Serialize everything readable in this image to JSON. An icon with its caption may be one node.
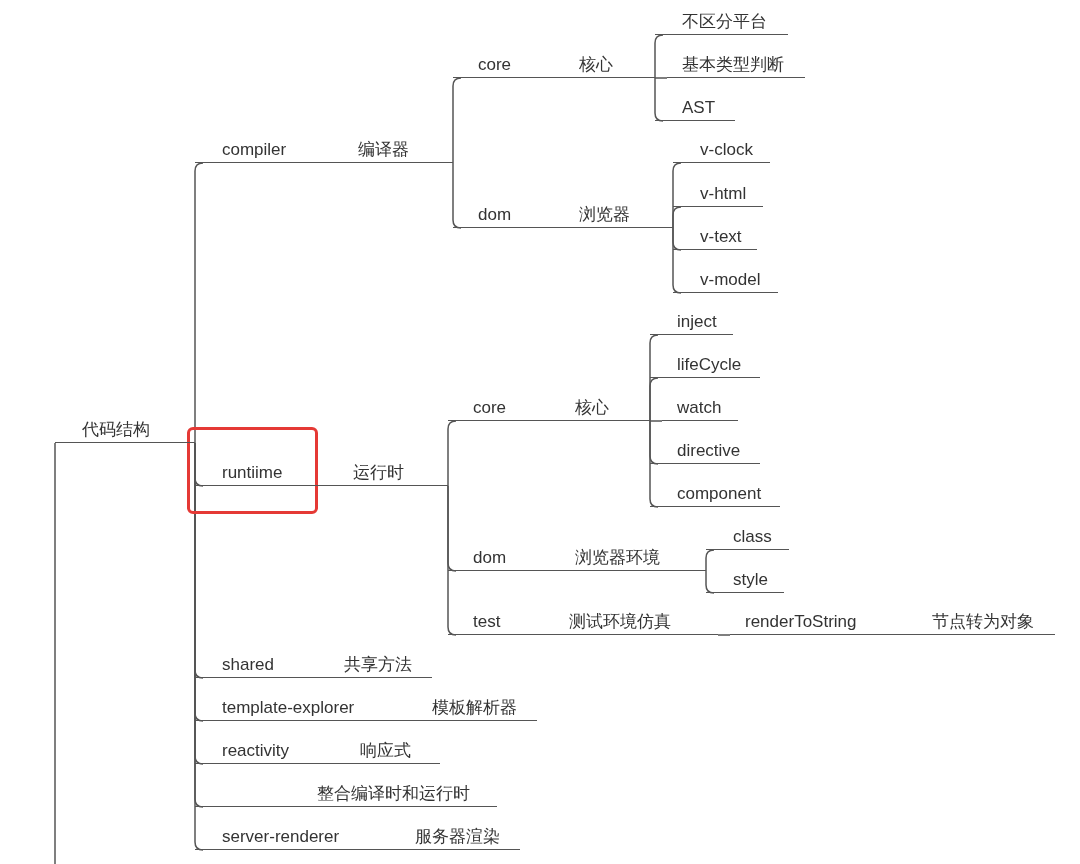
{
  "diagram": {
    "nodes": [
      {
        "text": [
          "代码结构"
        ]
      },
      {
        "text": [
          "compiler",
          "编译器"
        ]
      },
      {
        "text": [
          "core",
          "核心"
        ]
      },
      {
        "text": [
          "不区分平台"
        ]
      },
      {
        "text": [
          "基本类型判断"
        ]
      },
      {
        "text": [
          "AST"
        ]
      },
      {
        "text": [
          "dom",
          "浏览器"
        ]
      },
      {
        "text": [
          "v-clock"
        ]
      },
      {
        "text": [
          "v-html"
        ]
      },
      {
        "text": [
          "v-text"
        ]
      },
      {
        "text": [
          "v-model"
        ]
      },
      {
        "text": [
          "runtiime",
          "运行时"
        ]
      },
      {
        "text": [
          "core",
          "核心"
        ]
      },
      {
        "text": [
          "inject"
        ]
      },
      {
        "text": [
          "lifeCycle"
        ]
      },
      {
        "text": [
          "watch"
        ]
      },
      {
        "text": [
          "directive"
        ]
      },
      {
        "text": [
          "component"
        ]
      },
      {
        "text": [
          "dom",
          "浏览器环境"
        ]
      },
      {
        "text": [
          "class"
        ]
      },
      {
        "text": [
          "style"
        ]
      },
      {
        "text": [
          "test",
          "测试环境仿真"
        ]
      },
      {
        "text": [
          "renderToString",
          "节点转为对象"
        ]
      },
      {
        "text": [
          "shared",
          "共享方法"
        ]
      },
      {
        "text": [
          "template-explorer",
          "模板解析器"
        ]
      },
      {
        "text": [
          "reactivity",
          "响应式"
        ]
      },
      {
        "text": [
          "整合编译时和运行时"
        ]
      },
      {
        "text": [
          "server-renderer",
          "服务器渲染"
        ]
      }
    ],
    "edges": [
      {
        "from": 0,
        "to": null,
        "arrow": "none"
      },
      {
        "from": 0,
        "to": 1,
        "arrow": "none"
      },
      {
        "from": 1,
        "to": 2,
        "arrow": "none"
      },
      {
        "from": 2,
        "to": 3,
        "arrow": "none"
      },
      {
        "from": 2,
        "to": 4,
        "arrow": "none"
      },
      {
        "from": 2,
        "to": 5,
        "arrow": "none"
      },
      {
        "from": 1,
        "to": 6,
        "arrow": "none"
      },
      {
        "from": 6,
        "to": 7,
        "arrow": "none"
      },
      {
        "from": 6,
        "to": 8,
        "arrow": "none"
      },
      {
        "from": 6,
        "to": 9,
        "arrow": "none"
      },
      {
        "from": 6,
        "to": 10,
        "arrow": "none"
      },
      {
        "from": 0,
        "to": 11,
        "arrow": "none"
      },
      {
        "from": 11,
        "to": 12,
        "arrow": "none"
      },
      {
        "from": 12,
        "to": 13,
        "arrow": "none"
      },
      {
        "from": 12,
        "to": 14,
        "arrow": "none"
      },
      {
        "from": 12,
        "to": 15,
        "arrow": "none"
      },
      {
        "from": 12,
        "to": 16,
        "arrow": "none"
      },
      {
        "from": 12,
        "to": 17,
        "arrow": "none"
      },
      {
        "from": 11,
        "to": 18,
        "arrow": "none"
      },
      {
        "from": 18,
        "to": 19,
        "arrow": "none"
      },
      {
        "from": 18,
        "to": 20,
        "arrow": "none"
      },
      {
        "from": 11,
        "to": 21,
        "arrow": "none"
      },
      {
        "from": 21,
        "to": 22,
        "arrow": "none"
      },
      {
        "from": 0,
        "to": 23,
        "arrow": "none"
      },
      {
        "from": 0,
        "to": 24,
        "arrow": "none"
      },
      {
        "from": 0,
        "to": 25,
        "arrow": "none"
      },
      {
        "from": 0,
        "to": 26,
        "arrow": "none"
      },
      {
        "from": 0,
        "to": 27,
        "arrow": "none"
      }
    ]
  }
}
